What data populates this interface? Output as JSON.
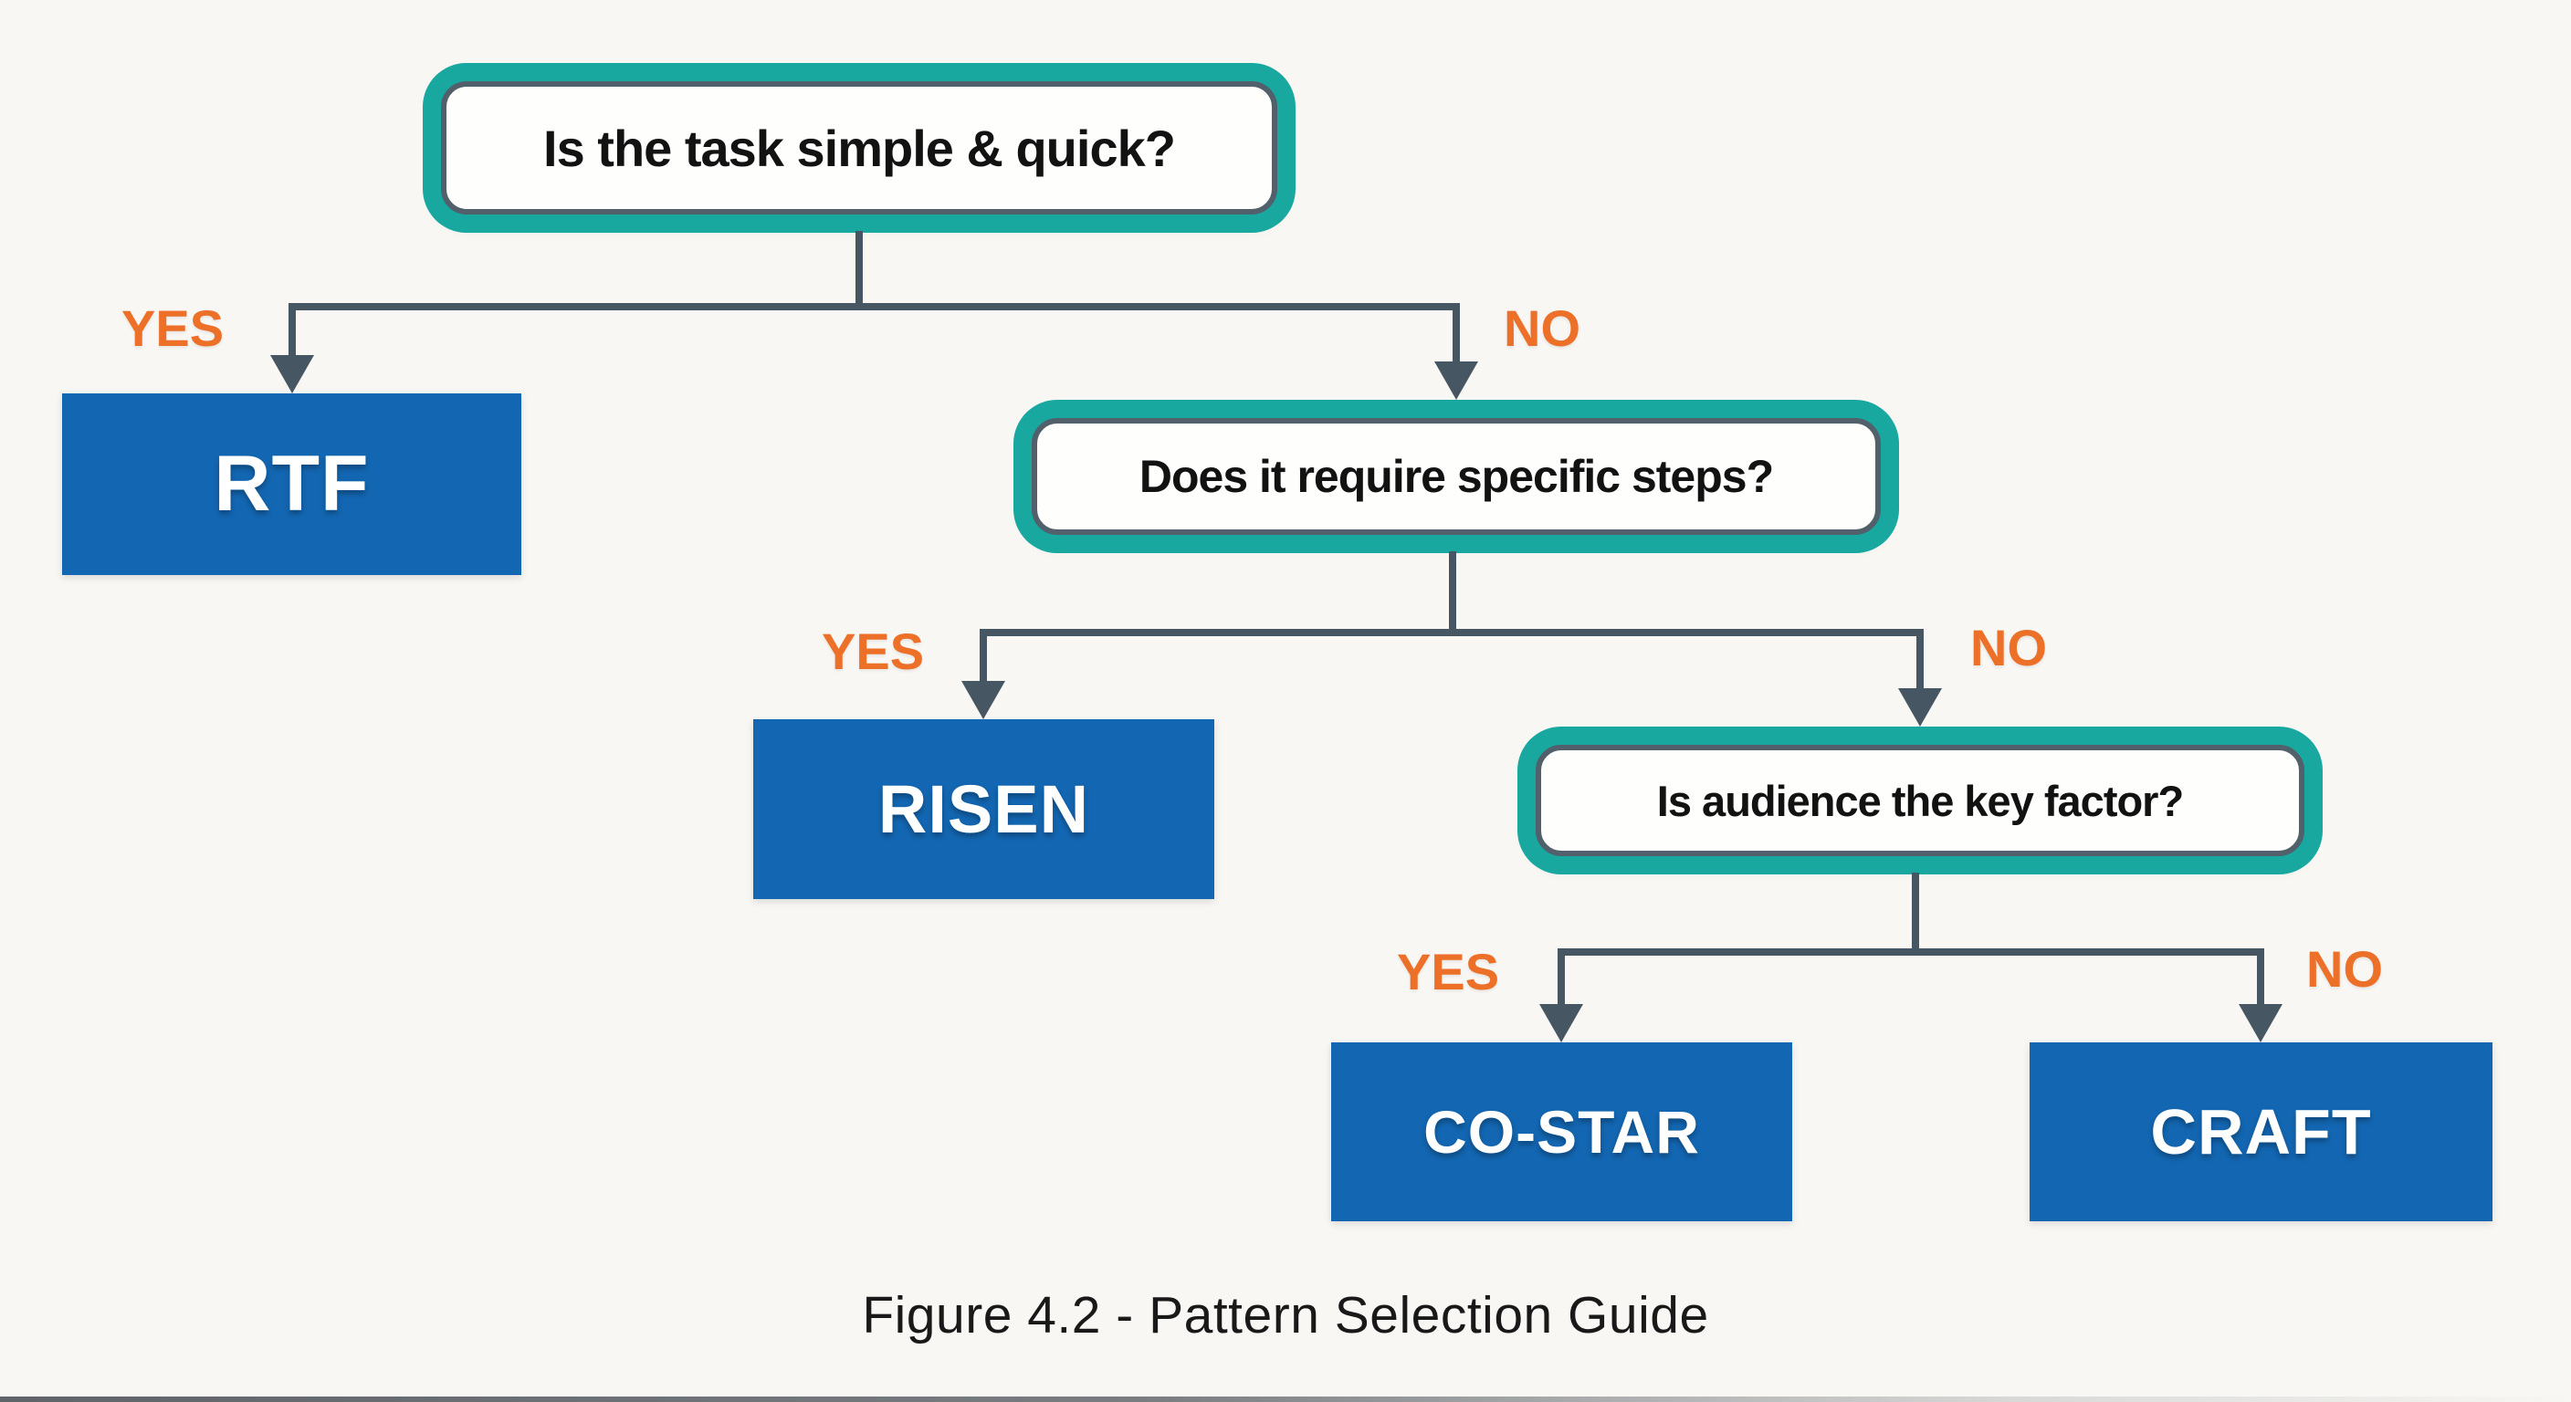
{
  "figure_caption": "Figure 4.2 - Pattern Selection Guide",
  "decision_nodes": {
    "q1": {
      "label": "Is the task simple & quick?"
    },
    "q2": {
      "label": "Does it require specific steps?"
    },
    "q3": {
      "label": "Is audience the key factor?"
    }
  },
  "pattern_nodes": {
    "rtf": {
      "label": "RTF"
    },
    "risen": {
      "label": "RISEN"
    },
    "costar": {
      "label": "CO-STAR"
    },
    "craft": {
      "label": "CRAFT"
    }
  },
  "branch_labels": {
    "q1_yes": "YES",
    "q1_no": "NO",
    "q2_yes": "YES",
    "q2_no": "NO",
    "q3_yes": "YES",
    "q3_no": "NO"
  },
  "colors": {
    "teal_border": "#18A8A0",
    "slate_connector": "#475663",
    "blue_box": "#1366B1",
    "orange_label": "#ED7029",
    "background": "#F8F7F4",
    "pattern_text": "#FFFFFF",
    "question_text": "#121212"
  }
}
